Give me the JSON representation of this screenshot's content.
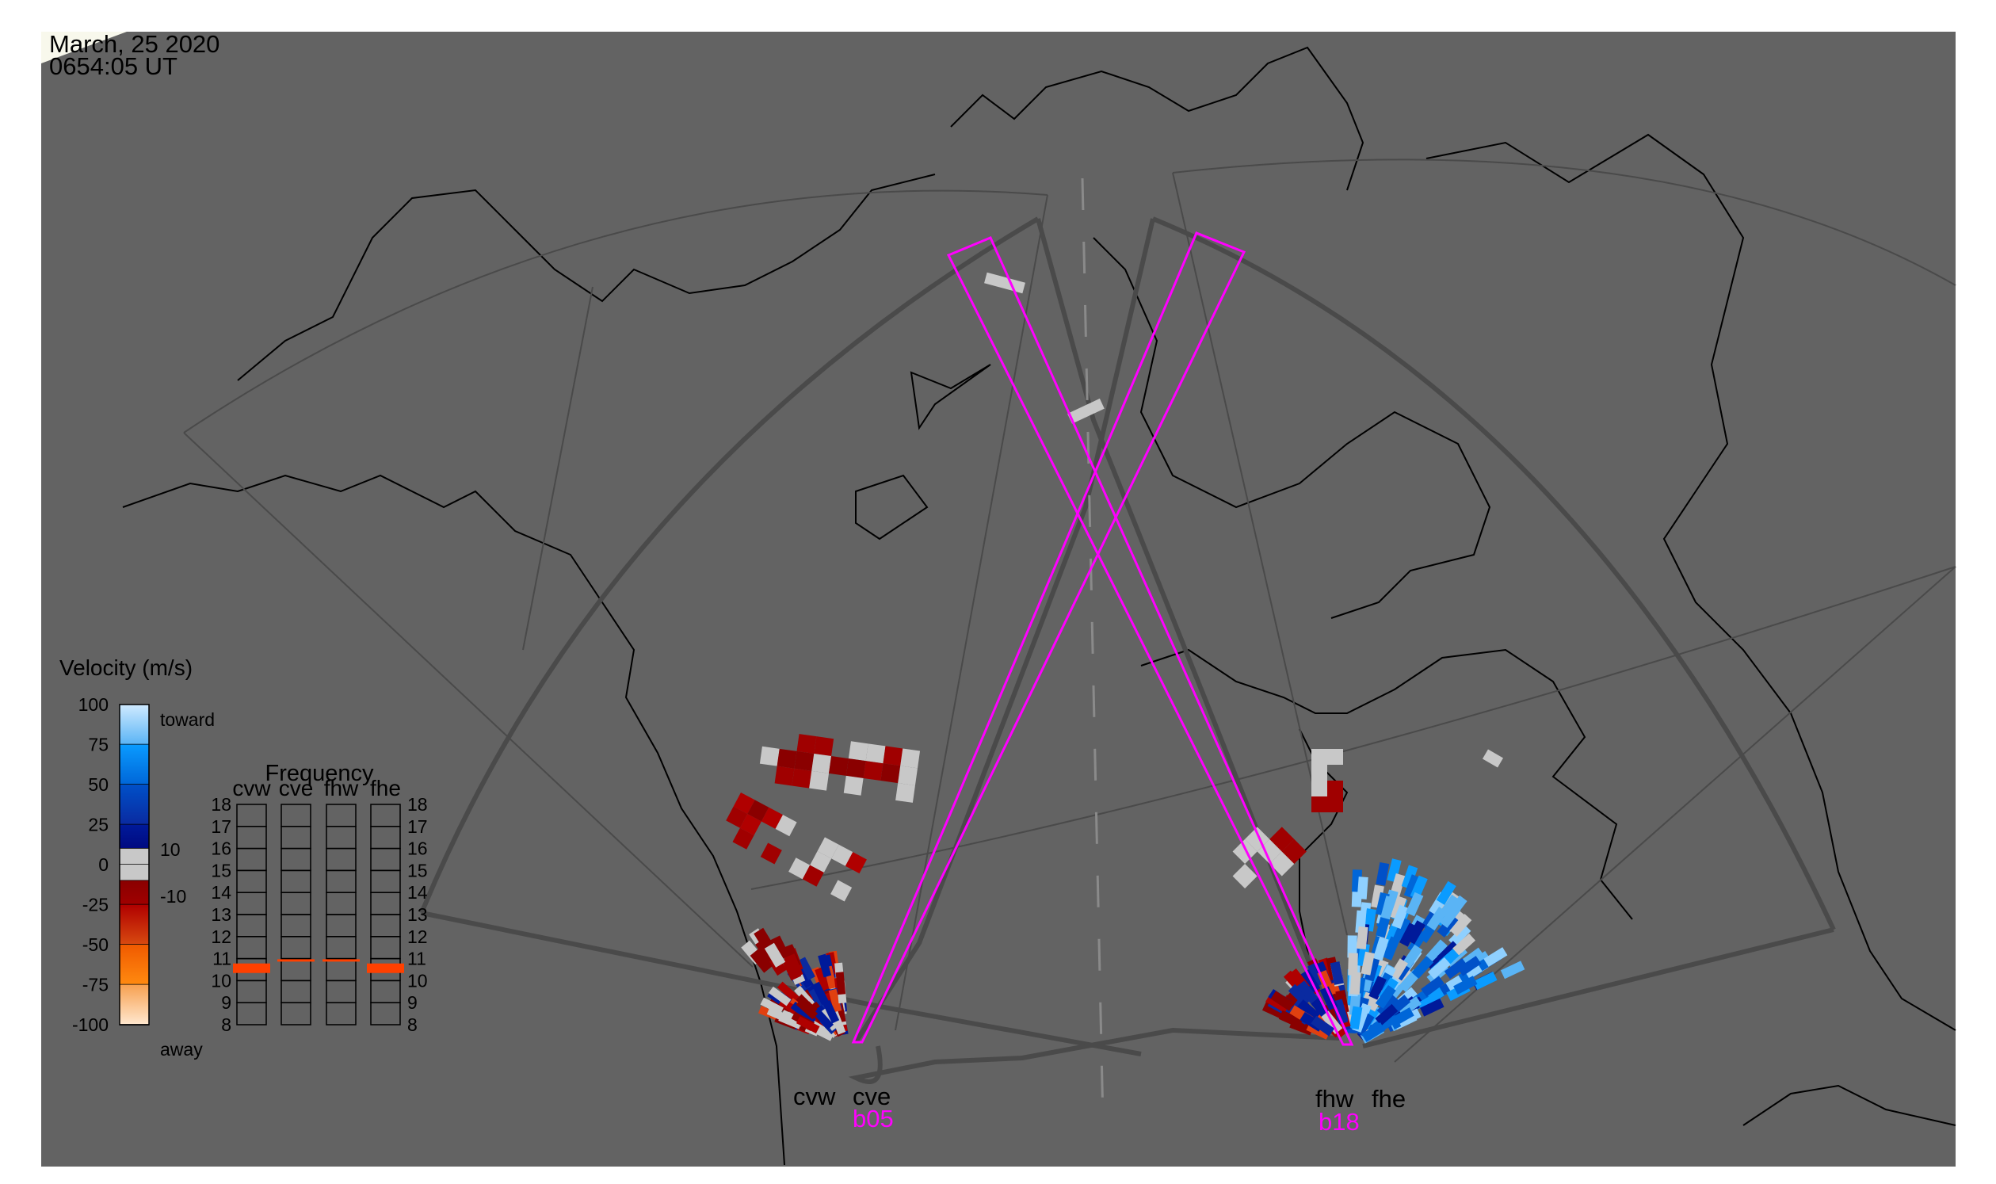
{
  "header": {
    "date": "March, 25 2020",
    "time": "0654:05 UT"
  },
  "legend": {
    "title": "Velocity (m/s)",
    "ticks": [
      "100",
      "75",
      "50",
      "25",
      "0",
      "-25",
      "-50",
      "-75",
      "-100"
    ],
    "toward_label": "toward",
    "away_label": "away",
    "inner_pos": "10",
    "inner_neg": "-10",
    "stops": [
      {
        "from": 100,
        "to": 75,
        "colors": [
          "#cfeaff",
          "#5ab4f5"
        ]
      },
      {
        "from": 75,
        "to": 50,
        "colors": [
          "#0a9bff",
          "#0066d8"
        ]
      },
      {
        "from": 50,
        "to": 25,
        "colors": [
          "#0050c8",
          "#0a2aa0"
        ]
      },
      {
        "from": 25,
        "to": 10,
        "colors": [
          "#001a9a",
          "#000a80"
        ]
      },
      {
        "from": 10,
        "to": 0,
        "colors": [
          "#c8c8c8",
          "#c8c8c8"
        ]
      },
      {
        "from": 0,
        "to": -10,
        "colors": [
          "#c8c8c8",
          "#c8c8c8"
        ]
      },
      {
        "from": -10,
        "to": -25,
        "colors": [
          "#8a0000",
          "#a00000"
        ]
      },
      {
        "from": -25,
        "to": -50,
        "colors": [
          "#b00000",
          "#d84a10"
        ]
      },
      {
        "from": -50,
        "to": -75,
        "colors": [
          "#f05a00",
          "#ff8a10"
        ]
      },
      {
        "from": -75,
        "to": -100,
        "colors": [
          "#f7a050",
          "#ffe8d0"
        ]
      }
    ]
  },
  "frequency": {
    "title": "Frequency",
    "radars": [
      "cvw",
      "cve",
      "fhw",
      "fhe"
    ],
    "levels": [
      "18",
      "17",
      "16",
      "15",
      "14",
      "13",
      "12",
      "11",
      "10",
      "9",
      "8"
    ],
    "values_mhz": [
      10.6,
      10.9,
      10.9,
      10.6
    ],
    "color": "#ff4000"
  },
  "map": {
    "radar_labels": {
      "cvw": "cvw",
      "cve": "cve",
      "fhw": "fhw",
      "fhe": "fhe"
    },
    "beam_labels": {
      "cve": "b05",
      "fhw": "b18"
    },
    "colors": {
      "background": "#636363",
      "beam": "#ff00ff",
      "fov": "#4a4a4a",
      "coast": "#000000"
    }
  }
}
